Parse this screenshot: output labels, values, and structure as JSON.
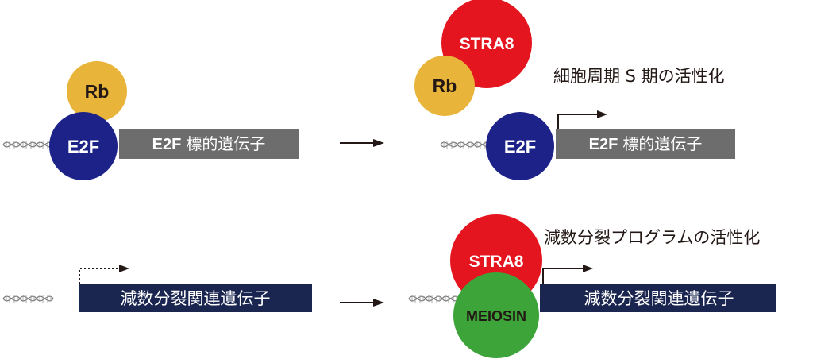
{
  "panels": {
    "top_left": {
      "rb": "Rb",
      "e2f": "E2F",
      "gene_prefix": "E2F",
      "gene_suffix": "標的遺伝子"
    },
    "top_right": {
      "stra8": "STRA8",
      "rb": "Rb",
      "e2f": "E2F",
      "caption": "細胞周期 S 期の活性化",
      "gene_prefix": "E2F",
      "gene_suffix": "標的遺伝子"
    },
    "bottom_left": {
      "gene": "減数分裂関連遺伝子"
    },
    "bottom_right": {
      "caption": "減数分裂プログラムの活性化",
      "stra8": "STRA8",
      "meiosin": "MEIOSIN",
      "gene": "減数分裂関連遺伝子"
    }
  },
  "colors": {
    "rb": "#e8b43a",
    "e2f": "#1c2288",
    "stra8": "#e4151f",
    "meiosin": "#3da43a",
    "gray_gene_box": "#6d6d6d",
    "navy_gene_box": "#1a2650",
    "arrow": "#231815"
  }
}
